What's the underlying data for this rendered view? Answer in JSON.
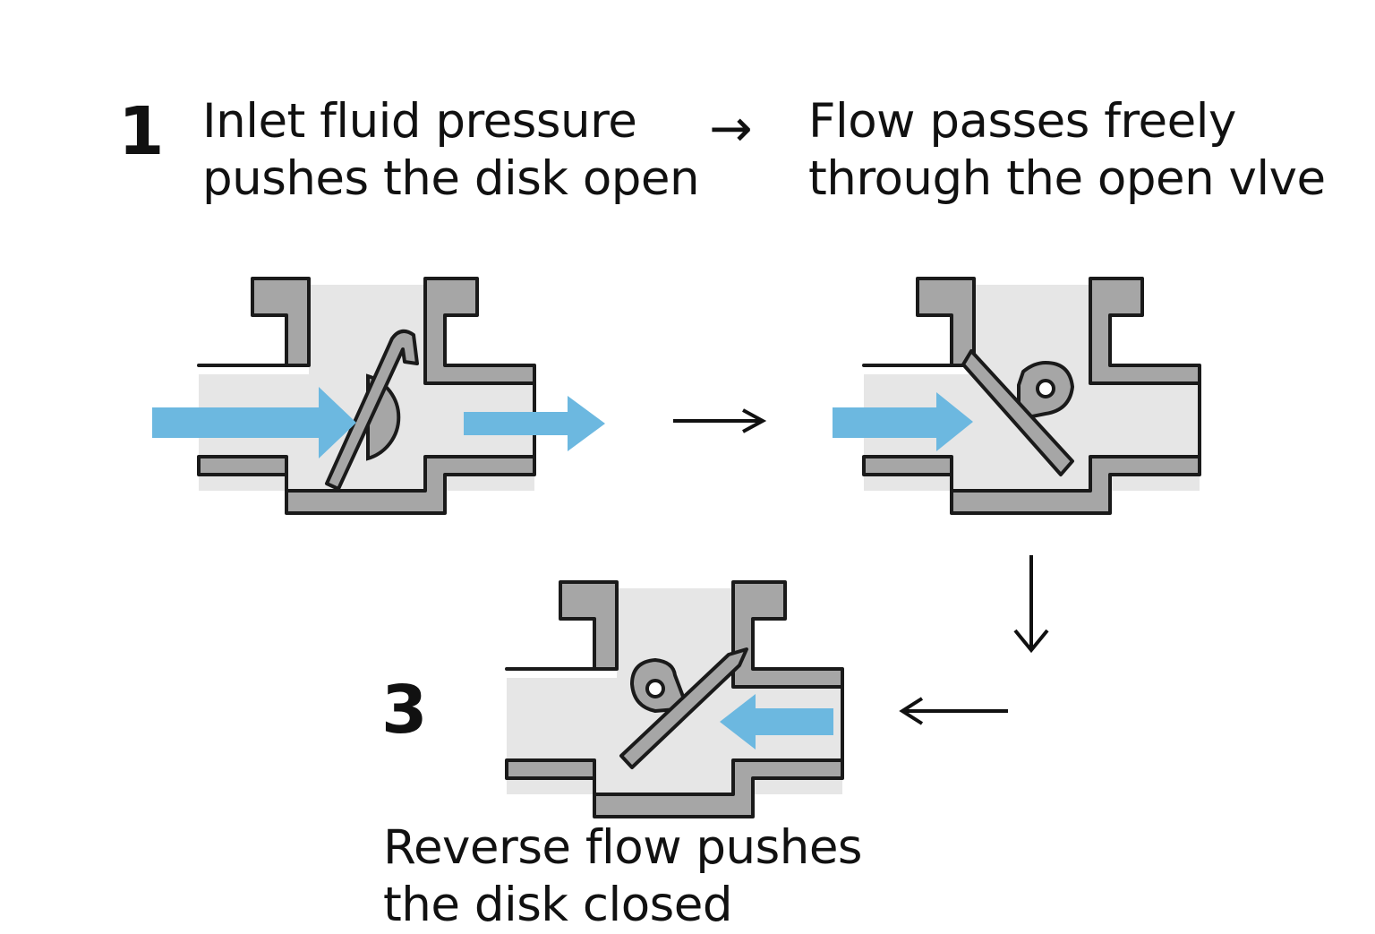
{
  "steps": [
    {
      "number": "1",
      "caption_line1": "Inlet fluid pressure",
      "caption_line2": "pushes the disk open"
    },
    {
      "caption_line1": "Flow passes freely",
      "caption_line2": "through the open vlve"
    },
    {
      "number": "3",
      "caption_line1": "Reverse flow pushes",
      "caption_line2": "the disk closed"
    }
  ],
  "connector_glyph": "→",
  "colors": {
    "valve_body": "#a6a6a6",
    "valve_bore": "#e6e6e6",
    "flow_arrow": "#6cb8e0",
    "outline": "#1a1a1a"
  }
}
